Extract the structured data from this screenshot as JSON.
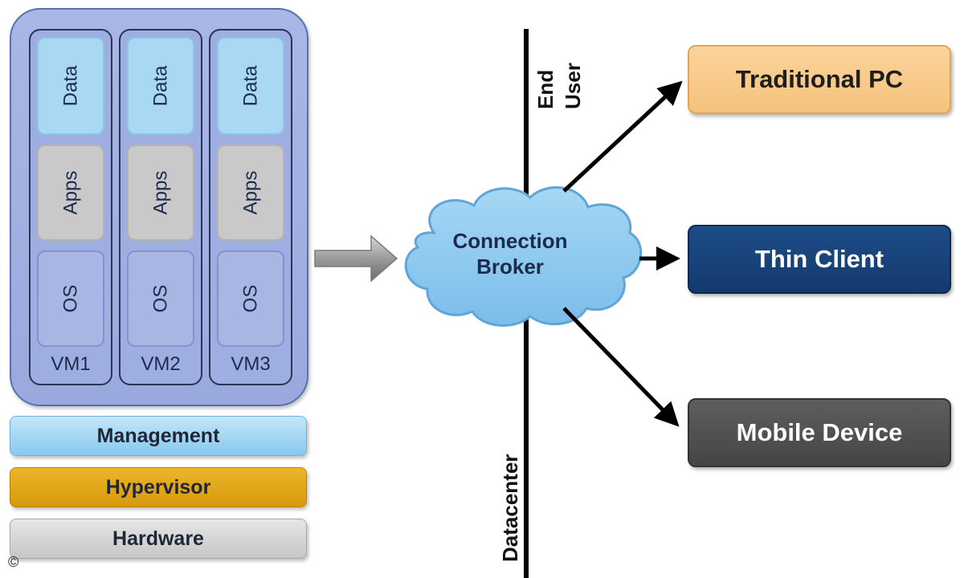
{
  "vms": [
    {
      "data": "Data",
      "apps": "Apps",
      "os": "OS",
      "label": "VM1"
    },
    {
      "data": "Data",
      "apps": "Apps",
      "os": "OS",
      "label": "VM2"
    },
    {
      "data": "Data",
      "apps": "Apps",
      "os": "OS",
      "label": "VM3"
    }
  ],
  "stack": {
    "management": "Management",
    "hypervisor": "Hypervisor",
    "hardware": "Hardware"
  },
  "broker": {
    "line1": "Connection",
    "line2": "Broker"
  },
  "zones": {
    "end_user_1": "End",
    "end_user_2": "User",
    "datacenter": "Datacenter"
  },
  "devices": {
    "traditional_pc": "Traditional PC",
    "thin_client": "Thin Client",
    "mobile_device": "Mobile Device"
  },
  "copyright": "©",
  "colors": {
    "vm_group": "#a9b7e6",
    "data_layer": "#a8d8f2",
    "apps_layer": "#c9c9c9",
    "management": "#88c8ee",
    "hypervisor": "#dca316",
    "hardware": "#d4d4d4",
    "cloud": "#8cc9f0",
    "traditional_pc": "#f8c98a",
    "thin_client": "#184279",
    "mobile_device": "#505050"
  }
}
